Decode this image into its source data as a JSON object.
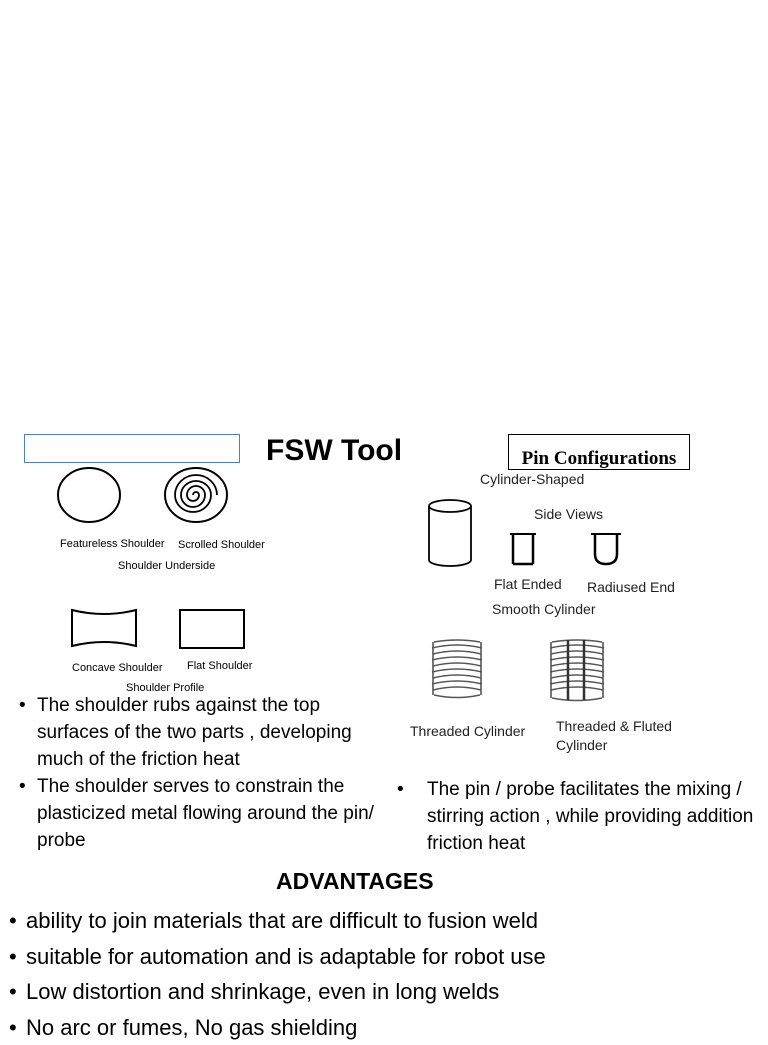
{
  "slide": {
    "title": "FSW Tool",
    "pin_header": "Pin Configurations"
  },
  "shoulder_figure": {
    "featureless": "Featureless Shoulder",
    "scrolled": "Scrolled Shoulder",
    "underside_caption": "Shoulder Underside",
    "concave": "Concave Shoulder",
    "flat": "Flat Shoulder",
    "profile_caption": "Shoulder Profile"
  },
  "pin_figure": {
    "cylinder_shaped": "Cylinder-Shaped",
    "side_views": "Side Views",
    "flat_ended": "Flat Ended",
    "radiused_end": "Radiused End",
    "smooth_cylinder": "Smooth Cylinder",
    "threaded_cylinder": "Threaded Cylinder",
    "threaded_fluted_1": "Threaded & Fluted",
    "threaded_fluted_2": "Cylinder"
  },
  "shoulder_bullets": [
    "The shoulder rubs against the top surfaces of the two parts , developing much of the friction heat",
    "The shoulder serves to constrain the plasticized metal flowing around the pin/ probe"
  ],
  "pin_bullet": {
    "marker": "•",
    "text": "The pin / probe facilitates the mixing / stirring action , while providing addition friction heat"
  },
  "advantages": {
    "title": "ADVANTAGES",
    "items": [
      "ability to join materials that are difficult to fusion weld",
      "suitable for automation and is adaptable for robot use",
      "Low distortion and shrinkage, even in long welds",
      "No arc or fumes, No gas shielding"
    ]
  }
}
